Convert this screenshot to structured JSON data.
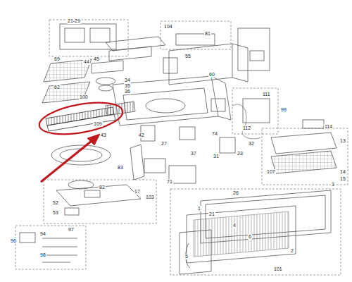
{
  "diagram": {
    "labels": [
      "21-29",
      "104",
      "81",
      "55",
      "69",
      "62",
      "44",
      "45",
      "100",
      "34",
      "35",
      "36",
      "60",
      "109",
      "43",
      "42",
      "27",
      "111",
      "112",
      "99",
      "74",
      "31",
      "37",
      "23",
      "32",
      "114",
      "13",
      "107",
      "14",
      "15",
      "3",
      "83",
      "82",
      "71",
      "103",
      "17",
      "53",
      "52",
      "96",
      "97",
      "94",
      "98",
      "26",
      "21",
      "1",
      "4",
      "6",
      "2",
      "5",
      "101"
    ]
  }
}
